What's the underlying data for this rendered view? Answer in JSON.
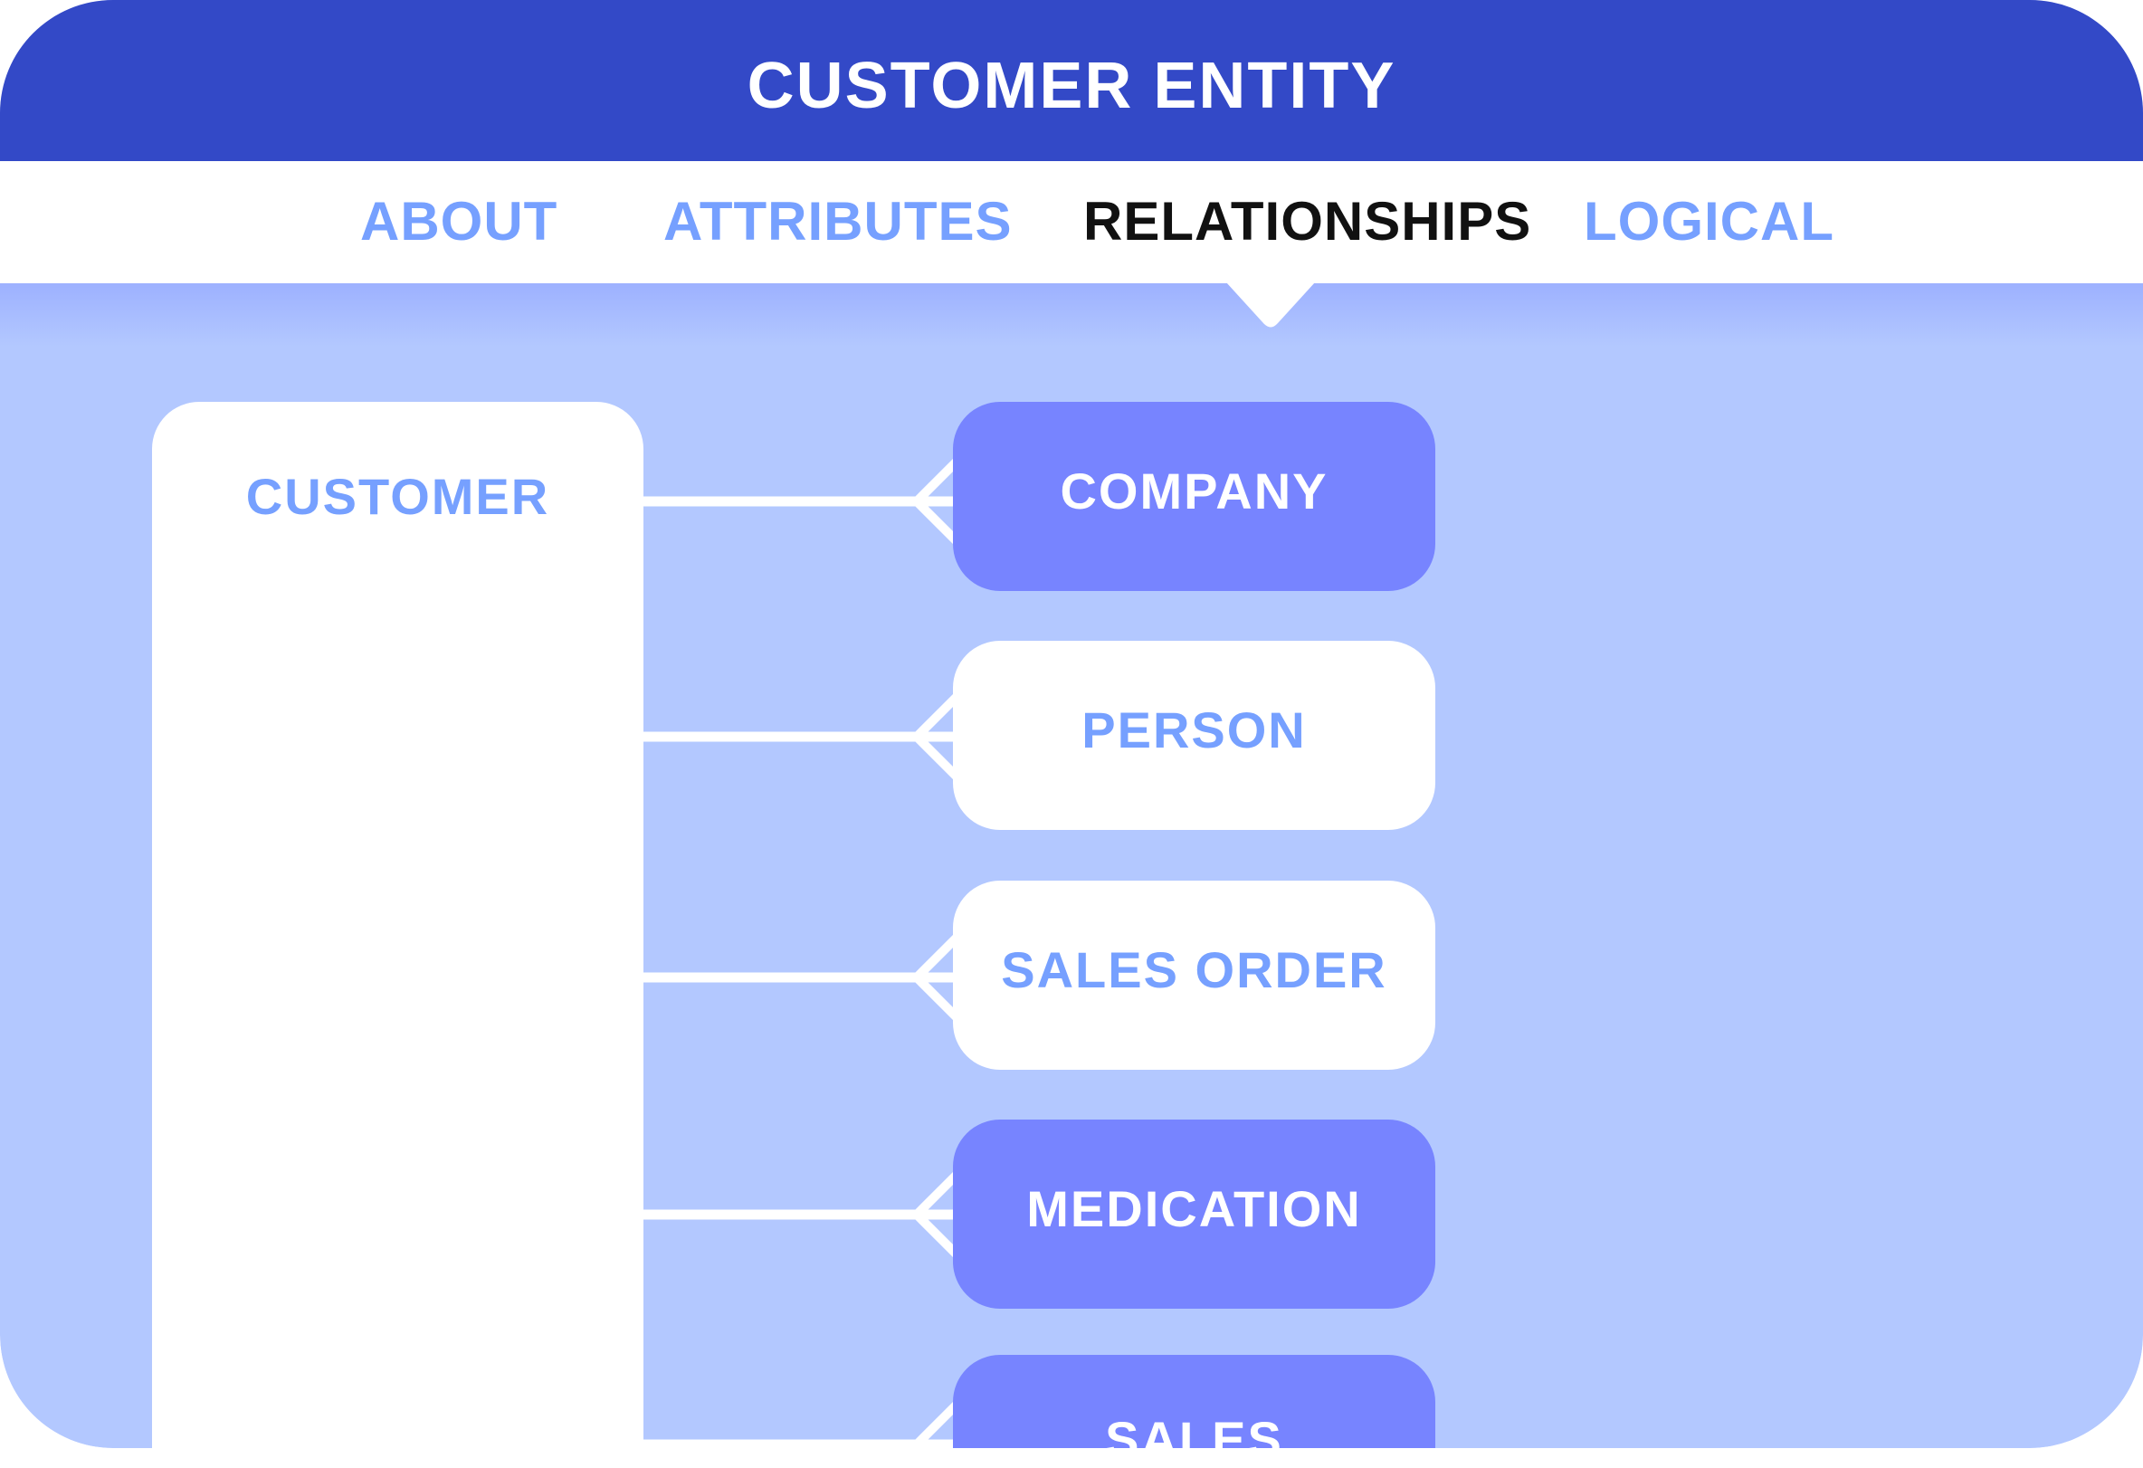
{
  "header": {
    "title": "CUSTOMER ENTITY"
  },
  "tabs": [
    {
      "label": "ABOUT",
      "active": false
    },
    {
      "label": "ATTRIBUTES",
      "active": false
    },
    {
      "label": "RELATIONSHIPS",
      "active": true
    },
    {
      "label": "LOGICAL",
      "active": false
    }
  ],
  "diagram": {
    "source_entity": "CUSTOMER",
    "related_entities": [
      {
        "label": "COMPANY",
        "style": "filled",
        "cardinality": "many"
      },
      {
        "label": "PERSON",
        "style": "outline",
        "cardinality": "many"
      },
      {
        "label": "SALES ORDER",
        "style": "outline",
        "cardinality": "many"
      },
      {
        "label": "MEDICATION",
        "style": "filled",
        "cardinality": "many"
      },
      {
        "label": "SALES",
        "style": "filled",
        "cardinality": "many"
      }
    ]
  },
  "colors": {
    "header_bg": "#3349C7",
    "canvas_bg": "#B3C8FF",
    "tab_inactive": "#76A0FF",
    "tab_active": "#111111",
    "entity_filled": "#7784FF",
    "entity_outline_text": "#76A0FF",
    "connector": "#FFFFFF"
  }
}
